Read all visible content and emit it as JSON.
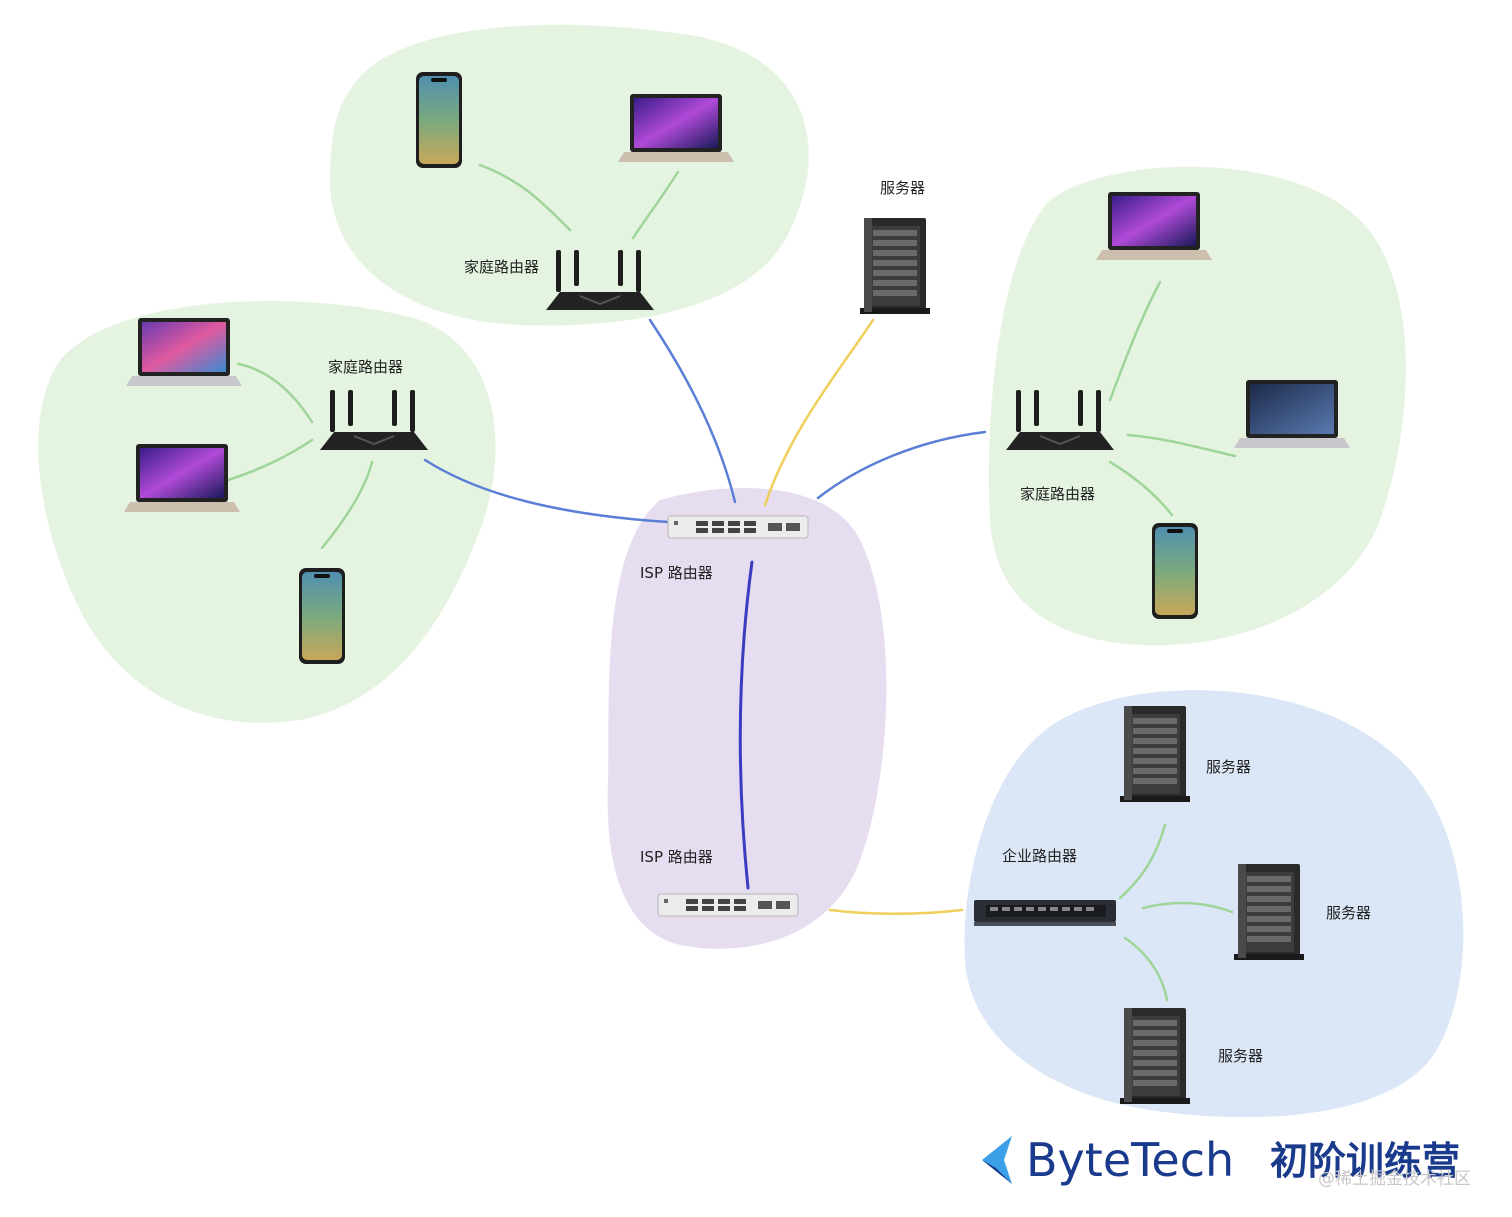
{
  "labels": {
    "home_router_top": "家庭路由器",
    "home_router_left": "家庭路由器",
    "home_router_right": "家庭路由器",
    "server_top": "服务器",
    "isp_router_top": "ISP 路由器",
    "isp_router_bottom": "ISP 路由器",
    "enterprise_router": "企业路由器",
    "server_ent_1": "服务器",
    "server_ent_2": "服务器",
    "server_ent_3": "服务器"
  },
  "branding": {
    "name": "ByteTech",
    "program": "初阶训练营",
    "watermark": "@稀土掘金技术社区"
  },
  "colors": {
    "home_zone": "#e5f4e1",
    "isp_zone": "#e6def0",
    "enterprise_zone": "#dbe7f6",
    "link_device": "#9fd49a",
    "link_isp_home": "#5b7fd6",
    "link_isp_core": "#3c3cc0",
    "link_server": "#f0cf5a",
    "brand": "#1a3a8c"
  },
  "icons": [
    "router-icon",
    "isp-router-icon",
    "switch-icon",
    "server-icon",
    "laptop-icon",
    "phone-icon",
    "bytetech-logo-icon"
  ]
}
